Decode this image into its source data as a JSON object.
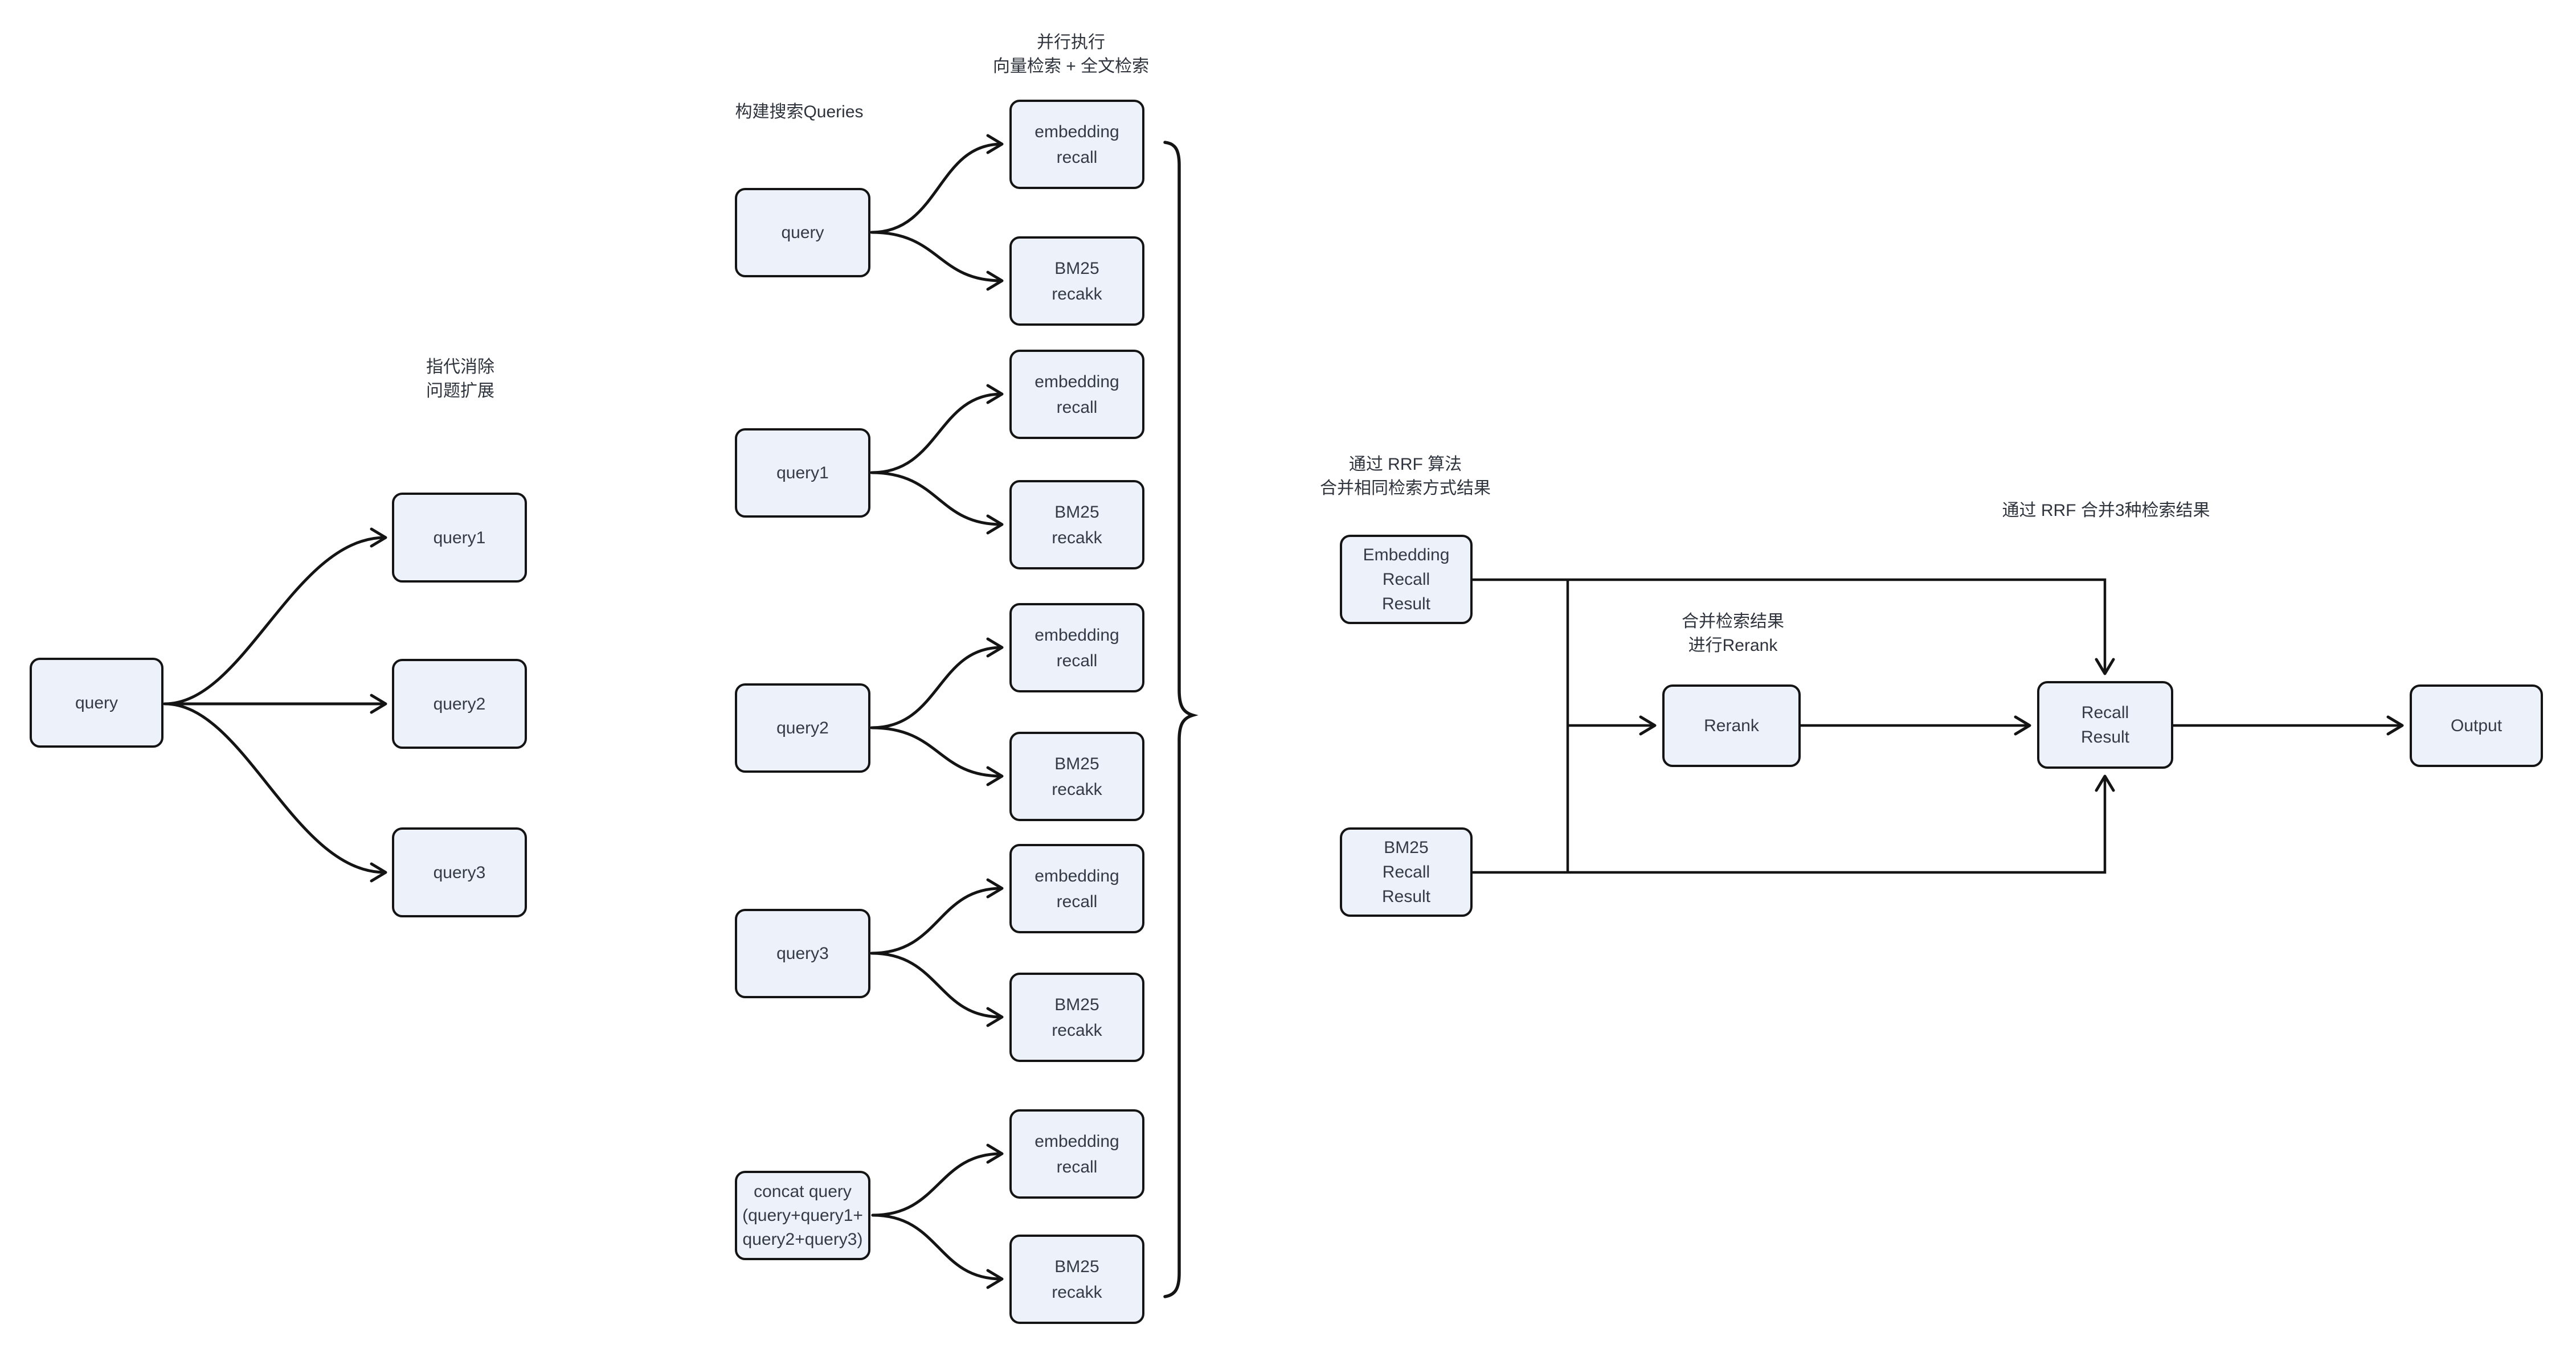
{
  "annotations": {
    "coref": "指代消除\n问题扩展",
    "build_queries": "构建搜索Queries",
    "parallel": "并行执行\n向量检索 + 全文检索",
    "rrf_same": "通过 RRF 算法\n合并相同检索方式结果",
    "merge_rerank": "合并检索结果\n进行Rerank",
    "rrf_three": "通过 RRF 合并3种检索结果"
  },
  "nodes": {
    "query": "query",
    "query1": "query1",
    "query2": "query2",
    "query3": "query3",
    "concat_query": "concat query\n(query+query1+\nquery2+query3)",
    "embedding_recall": "embedding\nrecall",
    "bm25_recakk": "BM25\nrecakk",
    "embedding_recall_result": "Embedding\nRecall\nResult",
    "bm25_recall_result": "BM25\nRecall\nResult",
    "rerank": "Rerank",
    "recall_result": "Recall\nResult",
    "output": "Output"
  },
  "colors": {
    "node_fill": "#edf1f9",
    "node_border": "#141414",
    "line": "#141414",
    "text": "#343a46"
  }
}
